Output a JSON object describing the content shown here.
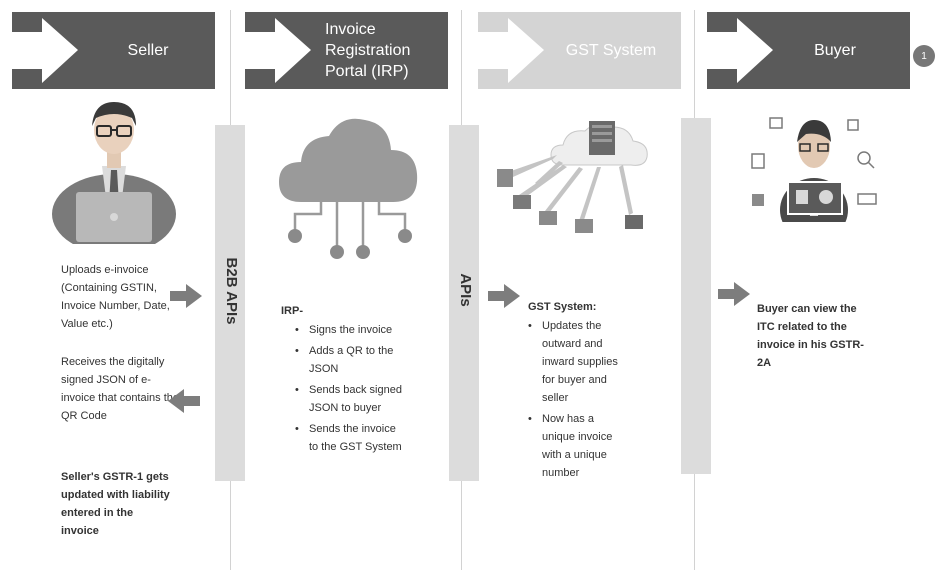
{
  "lanes": {
    "seller": {
      "title": "Seller"
    },
    "irp": {
      "title": "Invoice Registration Portal (IRP)"
    },
    "gst": {
      "title": "GST System"
    },
    "buyer": {
      "title": "Buyer"
    }
  },
  "badge": "1",
  "connectors": {
    "b2b_apis": "B2B APIs",
    "apis": "APIs"
  },
  "seller_steps": {
    "upload": "Uploads e-invoice (Containing GSTIN, Invoice Number, Date, Value etc.)",
    "receive": "Receives the digitally signed JSON of e-invoice that contains the QR Code",
    "gstr1": "Seller's GSTR-1 gets updated with liability entered in the invoice"
  },
  "irp_steps": {
    "heading": "IRP-",
    "items": [
      "Signs the invoice",
      "Adds a QR to the JSON",
      "Sends back signed JSON to buyer",
      "Sends the invoice to the GST System"
    ]
  },
  "gst_steps": {
    "heading": "GST System:",
    "items": [
      "Updates the outward and inward supplies for buyer and seller",
      "Now has a unique invoice with a unique number"
    ]
  },
  "buyer_steps": {
    "text": "Buyer can view the ITC related to the invoice in his GSTR-2A"
  },
  "icons": {
    "seller": "person-with-laptop-icon",
    "irp": "cloud-network-icon",
    "gst": "server-network-icon",
    "buyer": "businessman-dashboard-icon"
  },
  "colors": {
    "header_dark": "#5a5a5a",
    "header_light": "#d4d4d4",
    "connector_bar": "#dcdcdc",
    "arrow": "#7d7d7d"
  }
}
